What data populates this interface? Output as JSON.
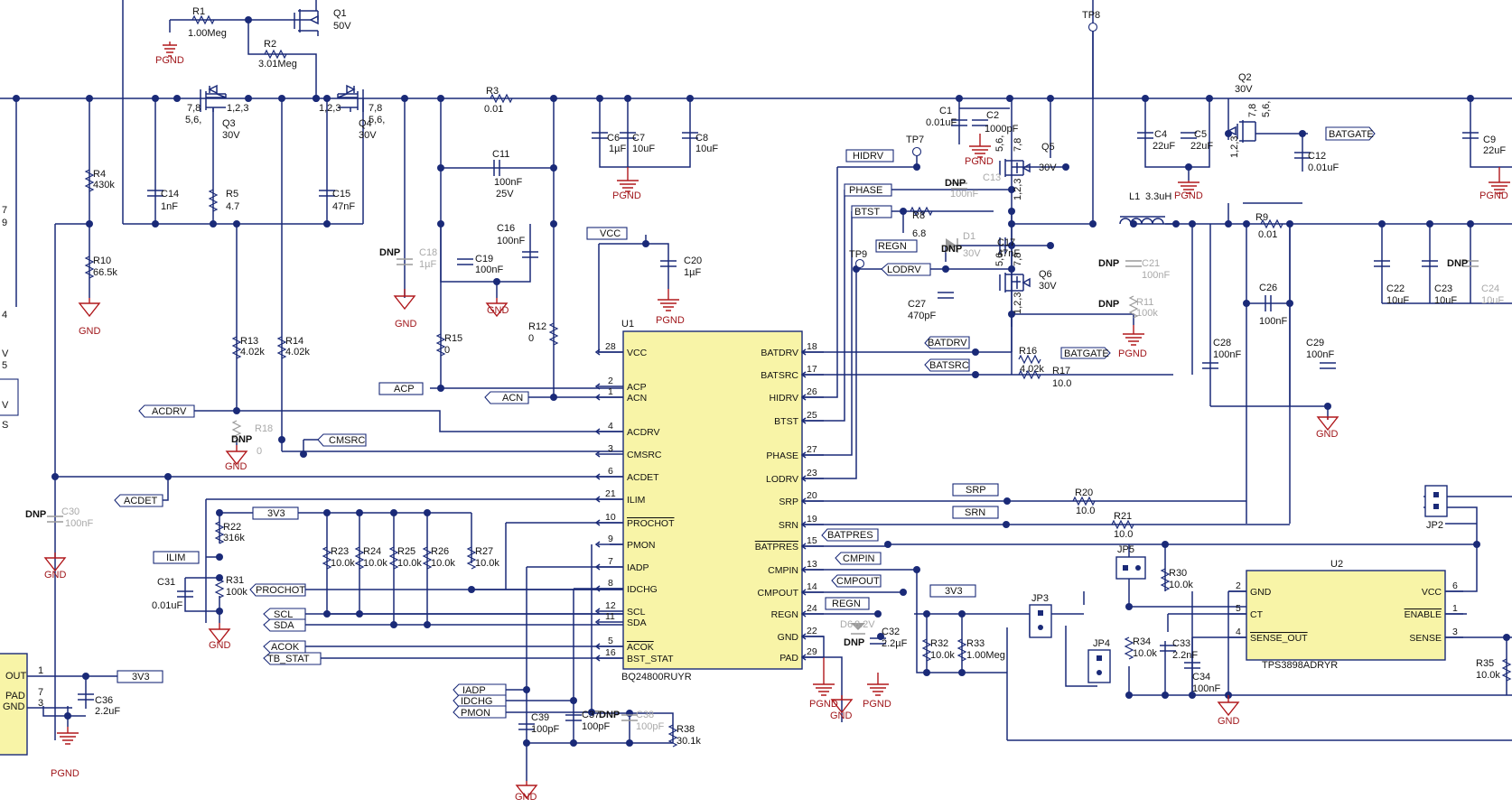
{
  "colors": {
    "wire": "#1a2a78",
    "ground": "#b0181c",
    "chip_fill": "#f8f4a7",
    "dnp_text": "#a9a9a9"
  },
  "u1": {
    "ref": "U1",
    "part": "BQ24800RUYR",
    "pins_left": [
      {
        "num": "28",
        "name": "VCC"
      },
      {
        "num": "2",
        "name": "ACP"
      },
      {
        "num": "1",
        "name": "ACN"
      },
      {
        "num": "4",
        "name": "ACDRV"
      },
      {
        "num": "3",
        "name": "CMSRC"
      },
      {
        "num": "6",
        "name": "ACDET"
      },
      {
        "num": "21",
        "name": "ILIM"
      },
      {
        "num": "10",
        "name": "PROCHOT"
      },
      {
        "num": "9",
        "name": "PMON"
      },
      {
        "num": "7",
        "name": "IADP"
      },
      {
        "num": "8",
        "name": "IDCHG"
      },
      {
        "num": "12",
        "name": "SCL"
      },
      {
        "num": "11",
        "name": "SDA"
      },
      {
        "num": "5",
        "name": "ACOK"
      },
      {
        "num": "16",
        "name": "BST_STAT"
      }
    ],
    "pins_right": [
      {
        "num": "18",
        "name": "BATDRV"
      },
      {
        "num": "17",
        "name": "BATSRC"
      },
      {
        "num": "26",
        "name": "HIDRV"
      },
      {
        "num": "25",
        "name": "BTST"
      },
      {
        "num": "27",
        "name": "PHASE"
      },
      {
        "num": "23",
        "name": "LODRV"
      },
      {
        "num": "20",
        "name": "SRP"
      },
      {
        "num": "19",
        "name": "SRN"
      },
      {
        "num": "15",
        "name": "BATPRES"
      },
      {
        "num": "13",
        "name": "CMPIN"
      },
      {
        "num": "14",
        "name": "CMPOUT"
      },
      {
        "num": "24",
        "name": "REGN"
      },
      {
        "num": "22",
        "name": "GND"
      },
      {
        "num": "29",
        "name": "PAD"
      }
    ]
  },
  "u2": {
    "ref": "U2",
    "part": "TPS3898ADRYR",
    "pins_left": [
      {
        "num": "2",
        "name": "GND"
      },
      {
        "num": "5",
        "name": "CT"
      },
      {
        "num": "4",
        "name": "SENSE_OUT"
      }
    ],
    "pins_right": [
      {
        "num": "6",
        "name": "VCC"
      },
      {
        "num": "1",
        "name": "ENABLE"
      },
      {
        "num": "3",
        "name": "SENSE"
      }
    ]
  },
  "left_partial_chip": {
    "pin_out": "OUT",
    "pin_out_num": "1",
    "pin_pad": "PAD",
    "pin_pad_num": "7",
    "pin_gnd": "GND",
    "pin_gnd_num": "3"
  },
  "edge_fragments": [
    "7",
    "9",
    "4",
    "V",
    "5",
    "V",
    "S"
  ],
  "transistors": [
    {
      "ref": "Q1",
      "value": "50V"
    },
    {
      "ref": "Q2",
      "value": "30V",
      "pins": [
        "1,2,3",
        "7,8",
        "5,6,"
      ]
    },
    {
      "ref": "Q3",
      "value": "30V",
      "pins": [
        "7,8",
        "5,6,",
        "1,2,3"
      ]
    },
    {
      "ref": "Q4",
      "value": "30V",
      "pins": [
        "1,2,3",
        "7,8",
        "5,6,"
      ]
    },
    {
      "ref": "Q5",
      "value": "30V",
      "pins": [
        "5,6,",
        "7,8",
        "1,2,3"
      ]
    },
    {
      "ref": "Q6",
      "value": "30V",
      "pins": [
        "5,6,",
        "7,8",
        "1,2,3"
      ]
    }
  ],
  "resistors": [
    {
      "ref": "R1",
      "value": "1.00Meg"
    },
    {
      "ref": "R2",
      "value": "3.01Meg"
    },
    {
      "ref": "R3",
      "value": "0.01"
    },
    {
      "ref": "R4",
      "value": "430k"
    },
    {
      "ref": "R5",
      "value": "4.7"
    },
    {
      "ref": "R8",
      "value": "6.8"
    },
    {
      "ref": "R9",
      "value": "0.01"
    },
    {
      "ref": "R10",
      "value": "66.5k"
    },
    {
      "ref": "R11",
      "value": "100k"
    },
    {
      "ref": "R12",
      "value": "0"
    },
    {
      "ref": "R13",
      "value": "4.02k"
    },
    {
      "ref": "R14",
      "value": "4.02k"
    },
    {
      "ref": "R15",
      "value": "0"
    },
    {
      "ref": "R16",
      "value": "4.02k"
    },
    {
      "ref": "R17",
      "value": "10.0"
    },
    {
      "ref": "R18",
      "value": "0"
    },
    {
      "ref": "R20",
      "value": "10.0"
    },
    {
      "ref": "R21",
      "value": "10.0"
    },
    {
      "ref": "R22",
      "value": "316k"
    },
    {
      "ref": "R23",
      "value": "10.0k"
    },
    {
      "ref": "R24",
      "value": "10.0k"
    },
    {
      "ref": "R25",
      "value": "10.0k"
    },
    {
      "ref": "R26",
      "value": "10.0k"
    },
    {
      "ref": "R27",
      "value": "10.0k"
    },
    {
      "ref": "R30",
      "value": "10.0k"
    },
    {
      "ref": "R31",
      "value": "100k"
    },
    {
      "ref": "R32",
      "value": "10.0k"
    },
    {
      "ref": "R33",
      "value": "1.00Meg"
    },
    {
      "ref": "R34",
      "value": "10.0k"
    },
    {
      "ref": "R35",
      "value": "10.0k"
    },
    {
      "ref": "R38",
      "value": "30.1k"
    }
  ],
  "capacitors": [
    {
      "ref": "C1",
      "value": "0.01uF"
    },
    {
      "ref": "C2",
      "value": "1000pF"
    },
    {
      "ref": "C4",
      "value": "22uF"
    },
    {
      "ref": "C5",
      "value": "22uF"
    },
    {
      "ref": "C6",
      "value": "1µF"
    },
    {
      "ref": "C7",
      "value": "10uF"
    },
    {
      "ref": "C8",
      "value": "10uF"
    },
    {
      "ref": "C9",
      "value": "22uF"
    },
    {
      "ref": "C11",
      "value": "100nF",
      "extra": "25V"
    },
    {
      "ref": "C12",
      "value": "0.01uF"
    },
    {
      "ref": "C13",
      "value": "100nF"
    },
    {
      "ref": "C14",
      "value": "1nF"
    },
    {
      "ref": "C15",
      "value": "47nF"
    },
    {
      "ref": "C16",
      "value": "100nF"
    },
    {
      "ref": "C17",
      "value": "47nF"
    },
    {
      "ref": "C18",
      "value": "1µF"
    },
    {
      "ref": "C19",
      "value": "100nF"
    },
    {
      "ref": "C20",
      "value": "1µF"
    },
    {
      "ref": "C21",
      "value": "100nF"
    },
    {
      "ref": "C22",
      "value": "10uF"
    },
    {
      "ref": "C23",
      "value": "10uF"
    },
    {
      "ref": "C24",
      "value": "10uF"
    },
    {
      "ref": "C26",
      "value": "100nF"
    },
    {
      "ref": "C27",
      "value": "470pF"
    },
    {
      "ref": "C28",
      "value": "100nF"
    },
    {
      "ref": "C29",
      "value": "100nF"
    },
    {
      "ref": "C30",
      "value": "100nF"
    },
    {
      "ref": "C31",
      "value": "0.01uF"
    },
    {
      "ref": "C32",
      "value": "2.2µF"
    },
    {
      "ref": "C33",
      "value": "2.2nF"
    },
    {
      "ref": "C34",
      "value": "100nF"
    },
    {
      "ref": "C36",
      "value": "2.2uF"
    },
    {
      "ref": "C37",
      "value": "100pF"
    },
    {
      "ref": "C38",
      "value": "100pF"
    },
    {
      "ref": "C39",
      "value": "100pF"
    }
  ],
  "diodes": [
    {
      "ref": "D1",
      "value": "30V"
    },
    {
      "ref": "D6",
      "value": "8.2V"
    }
  ],
  "inductor": {
    "ref": "L1",
    "value": "3.3uH"
  },
  "jumpers": [
    "JP2",
    "JP3",
    "JP4",
    "JP5"
  ],
  "test_points": [
    "TP7",
    "TP8",
    "TP9"
  ],
  "dnp_label": "DNP",
  "ground_labels": {
    "pgnd": "PGND",
    "gnd": "GND"
  },
  "net_flags": {
    "VCC": "VCC",
    "ACP": "ACP",
    "ACN": "ACN",
    "ACDRV": "ACDRV",
    "CMSRC": "CMSRC",
    "ACDET": "ACDET",
    "V3V3": "3V3",
    "ILIM": "ILIM",
    "PROCHOT": "PROCHOT",
    "SCL": "SCL",
    "SDA": "SDA",
    "ACOK": "ACOK",
    "TB_STAT": "TB_STAT",
    "IADP": "IADP",
    "IDCHG": "IDCHG",
    "PMON": "PMON",
    "HIDRV": "HIDRV",
    "PHASE": "PHASE",
    "BTST": "BTST",
    "REGN": "REGN",
    "LODRV": "LODRV",
    "BATDRV": "BATDRV",
    "BATSRC": "BATSRC",
    "BATGATE": "BATGATE",
    "SRP": "SRP",
    "SRN": "SRN",
    "BATPRES": "BATPRES",
    "CMPIN": "CMPIN",
    "CMPOUT": "CMPOUT"
  }
}
